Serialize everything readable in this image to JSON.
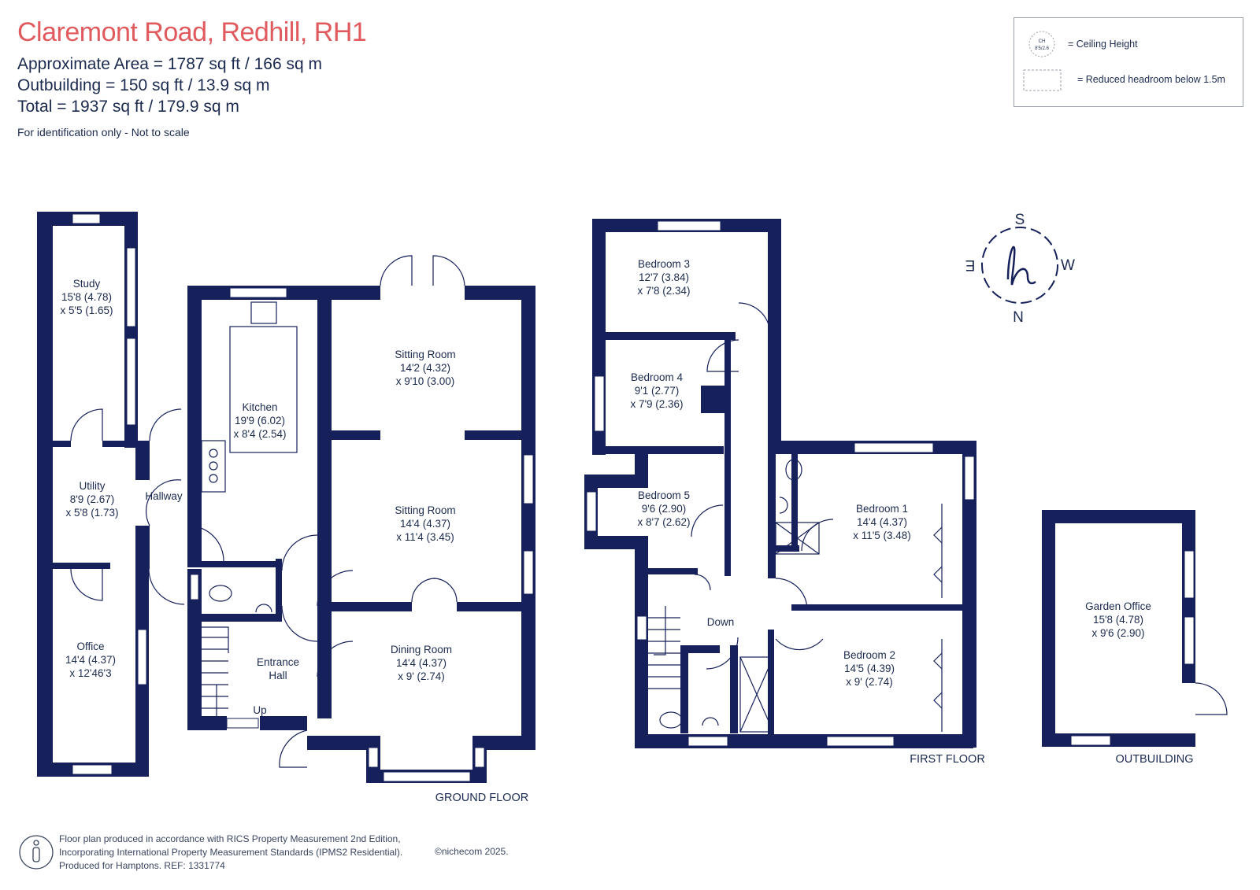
{
  "header": {
    "title": "Claremont Road, Redhill, RH1",
    "approx_area": "Approximate Area = 1787  sq ft / 166 sq m",
    "outbuilding": "Outbuilding = 150 sq ft / 13.9  sq m",
    "total": "Total = 1937 sq ft / 179.9 sq m",
    "note": "For identification only - Not to scale"
  },
  "legend": {
    "ceiling_height": "= Ceiling Height",
    "ceiling_icon_top": "CH",
    "ceiling_icon_bottom": "8'5/2.6",
    "reduced_headroom": "= Reduced headroom below 1.5m"
  },
  "compass": {
    "s": "S",
    "w": "W",
    "n": "N",
    "e": "E"
  },
  "rooms": {
    "study": [
      "Study",
      "15'8 (4.78)",
      "x 5'5 (1.65)"
    ],
    "utility": [
      "Utility",
      "8'9 (2.67)",
      "x 5'8 (1.73)"
    ],
    "office": [
      "Office",
      "14'4 (4.37)",
      "x 12'46'3"
    ],
    "hallway": [
      "Hallway"
    ],
    "kitchen": [
      "Kitchen",
      "19'9 (6.02)",
      "x 8'4 (2.54)"
    ],
    "sitting_room_1": [
      "Sitting Room",
      "14'2 (4.32)",
      "x 9'10 (3.00)"
    ],
    "sitting_room_2": [
      "Sitting Room",
      "14'4 (4.37)",
      "x 11'4 (3.45)"
    ],
    "dining_room": [
      "Dining Room",
      "14'4 (4.37)",
      "x 9' (2.74)"
    ],
    "entrance_hall": [
      "Entrance",
      "Hall"
    ],
    "up": "Up",
    "bedroom_3": [
      "Bedroom 3",
      "12'7 (3.84)",
      "x 7'8 (2.34)"
    ],
    "bedroom_4": [
      "Bedroom 4",
      "9'1 (2.77)",
      "x 7'9 (2.36)"
    ],
    "bedroom_5": [
      "Bedroom 5",
      "9'6 (2.90)",
      "x 8'7 (2.62)"
    ],
    "bedroom_1": [
      "Bedroom 1",
      "14'4 (4.37)",
      "x 11'5 (3.48)"
    ],
    "bedroom_2": [
      "Bedroom 2",
      "14'5 (4.39)",
      "x 9' (2.74)"
    ],
    "down": "Down",
    "garden_office": [
      "Garden Office",
      "15'8 (4.78)",
      "x 9'6 (2.90)"
    ]
  },
  "floor_labels": {
    "ground": "GROUND FLOOR",
    "first": "FIRST FLOOR",
    "outbuilding": "OUTBUILDING"
  },
  "footer": {
    "line1": "Floor plan produced in accordance with RICS Property Measurement 2nd Edition,",
    "line2": "Incorporating International Property Measurement Standards (IPMS2 Residential).",
    "line3": "Produced for Hamptons.   REF:  1331774",
    "copyright": "©nichecom 2025."
  },
  "colors": {
    "wall": "#16205a",
    "accent": "#e05a5e",
    "text": "#1b2a4e"
  }
}
